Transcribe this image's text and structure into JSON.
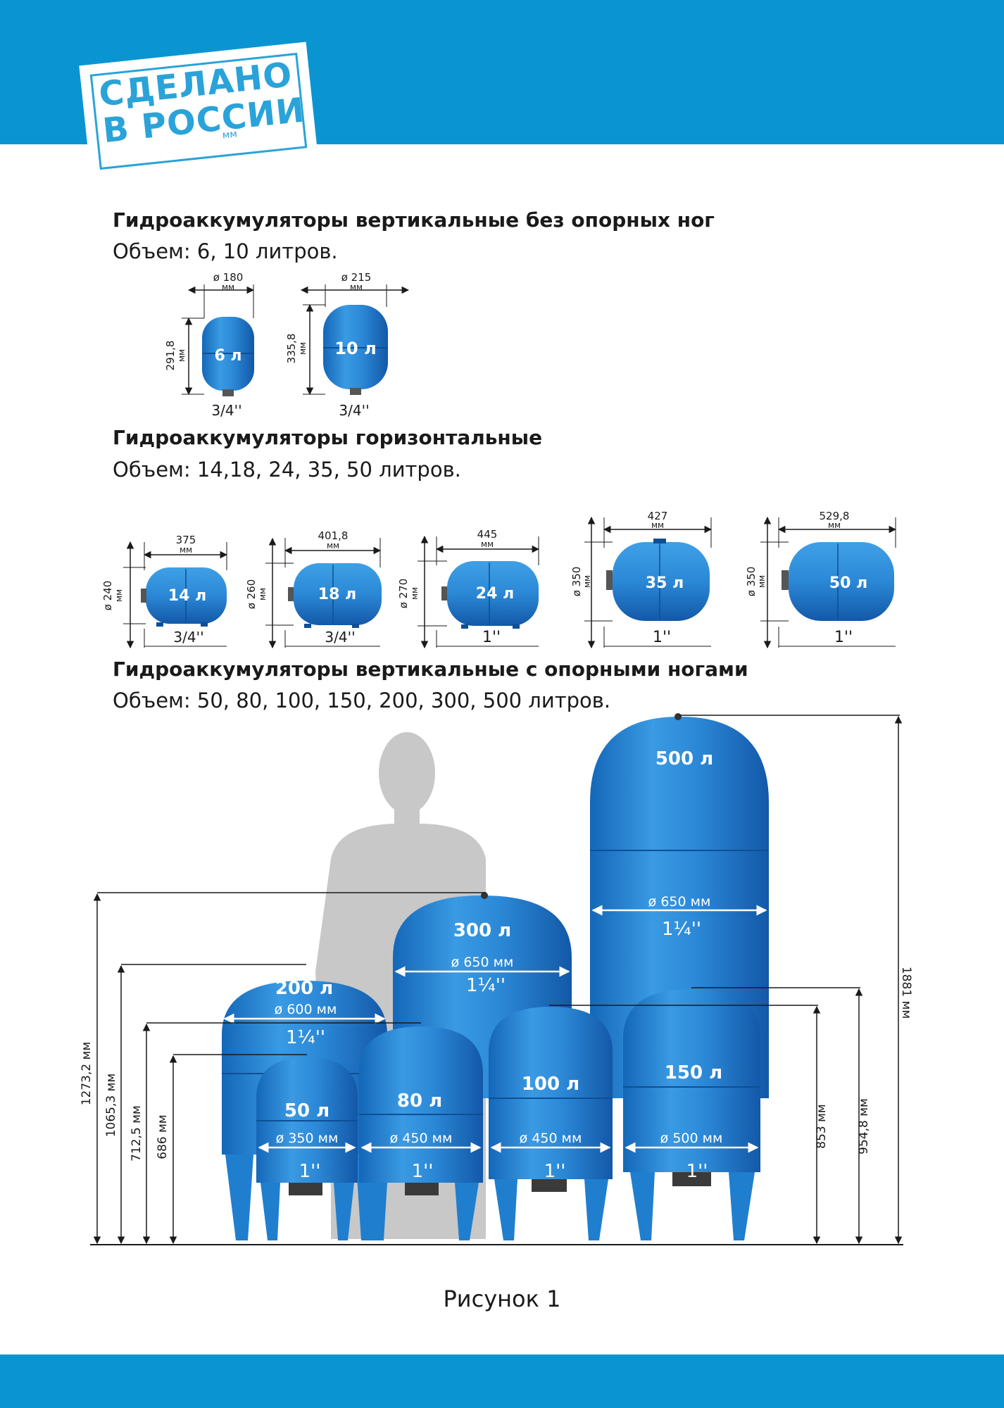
{
  "logo": {
    "line1": "СДЕЛАНО",
    "line2": "В РОССИИ",
    "sub": "мм"
  },
  "section1": {
    "title": "Гидроаккумуляторы вертикальные без опорных ног",
    "volume": "Объем: 6, 10 литров.",
    "tanks": [
      {
        "label": "6 л",
        "diameter": "ø 180",
        "height": "291,8",
        "unit": "мм",
        "thread": "3/4''"
      },
      {
        "label": "10 л",
        "diameter": "ø 215",
        "height": "335,8",
        "unit": "мм",
        "thread": "3/4''"
      }
    ]
  },
  "section2": {
    "title": "Гидроаккумуляторы горизонтальные",
    "volume": "Объем: 14,18, 24, 35, 50 литров.",
    "tanks": [
      {
        "label": "14 л",
        "length": "375",
        "diameter": "ø 240",
        "unit": "мм",
        "thread": "3/4''"
      },
      {
        "label": "18 л",
        "length": "401,8",
        "diameter": "ø 260",
        "unit": "мм",
        "thread": "3/4''"
      },
      {
        "label": "24 л",
        "length": "445",
        "diameter": "ø 270",
        "unit": "мм",
        "thread": "1''"
      },
      {
        "label": "35 л",
        "length": "427",
        "diameter": "ø 350",
        "unit": "мм",
        "thread": "1''"
      },
      {
        "label": "50 л",
        "length": "529,8",
        "diameter": "ø 350",
        "unit": "мм",
        "thread": "1''"
      }
    ]
  },
  "section3": {
    "title": "Гидроаккумуляторы вертикальные с опорными ногами",
    "volume": "Объем: 50, 80, 100, 150, 200, 300, 500 литров.",
    "tanks": [
      {
        "label": "500 л",
        "diameter": "ø 650 мм",
        "thread": "1¼''"
      },
      {
        "label": "300 л",
        "diameter": "ø 650 мм",
        "thread": "1¼''"
      },
      {
        "label": "200 л",
        "diameter": "ø 600 мм",
        "thread": "1¼''"
      },
      {
        "label": "150 л",
        "diameter": "ø 500 мм",
        "thread": "1''"
      },
      {
        "label": "100 л",
        "diameter": "ø 450 мм",
        "thread": "1''"
      },
      {
        "label": "80 л",
        "diameter": "ø 450 мм",
        "thread": "1''"
      },
      {
        "label": "50 л",
        "diameter": "ø 350 мм",
        "thread": "1''"
      }
    ],
    "heights_left": [
      "1273,2 мм",
      "1065,3 мм",
      "712,5 мм",
      "686 мм"
    ],
    "heights_right": [
      "853 мм",
      "954,8 мм",
      "1881 мм"
    ]
  },
  "caption": "Рисунок 1",
  "colors": {
    "band": "#0a95d2",
    "tank": "#1f7fce",
    "tank_light": "#5fb2ea",
    "silhouette": "#c8c8c8"
  }
}
